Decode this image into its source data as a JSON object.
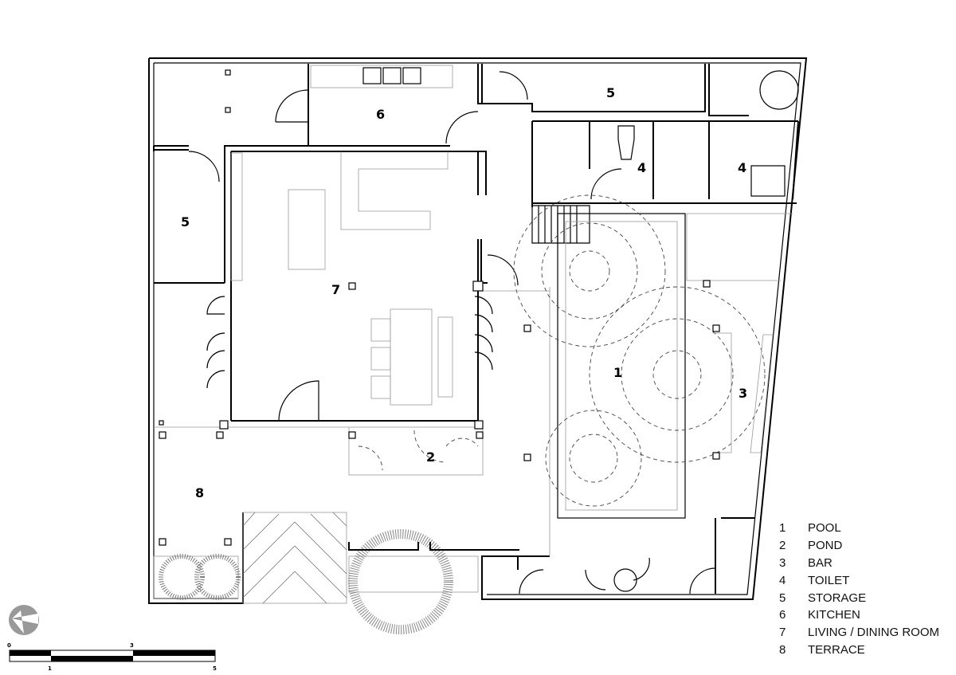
{
  "rooms": [
    {
      "number": "1",
      "name": "POOL"
    },
    {
      "number": "2",
      "name": "POND"
    },
    {
      "number": "3",
      "name": "BAR"
    },
    {
      "number": "4",
      "name": "TOILET"
    },
    {
      "number": "5",
      "name": "STORAGE"
    },
    {
      "number": "6",
      "name": "KITCHEN"
    },
    {
      "number": "7",
      "name": "LIVING / DINING ROOM"
    },
    {
      "number": "8",
      "name": "TERRACE"
    }
  ],
  "plan_labels": {
    "pool": "1",
    "pond": "2",
    "bar": "3",
    "toilet_a": "4",
    "toilet_b": "4",
    "storage_top": "5",
    "storage_left": "5",
    "kitchen": "6",
    "living": "7",
    "terrace": "8"
  },
  "scale_bar": {
    "ticks_top": [
      "0",
      "3"
    ],
    "ticks_bottom": [
      "1",
      "5"
    ]
  }
}
